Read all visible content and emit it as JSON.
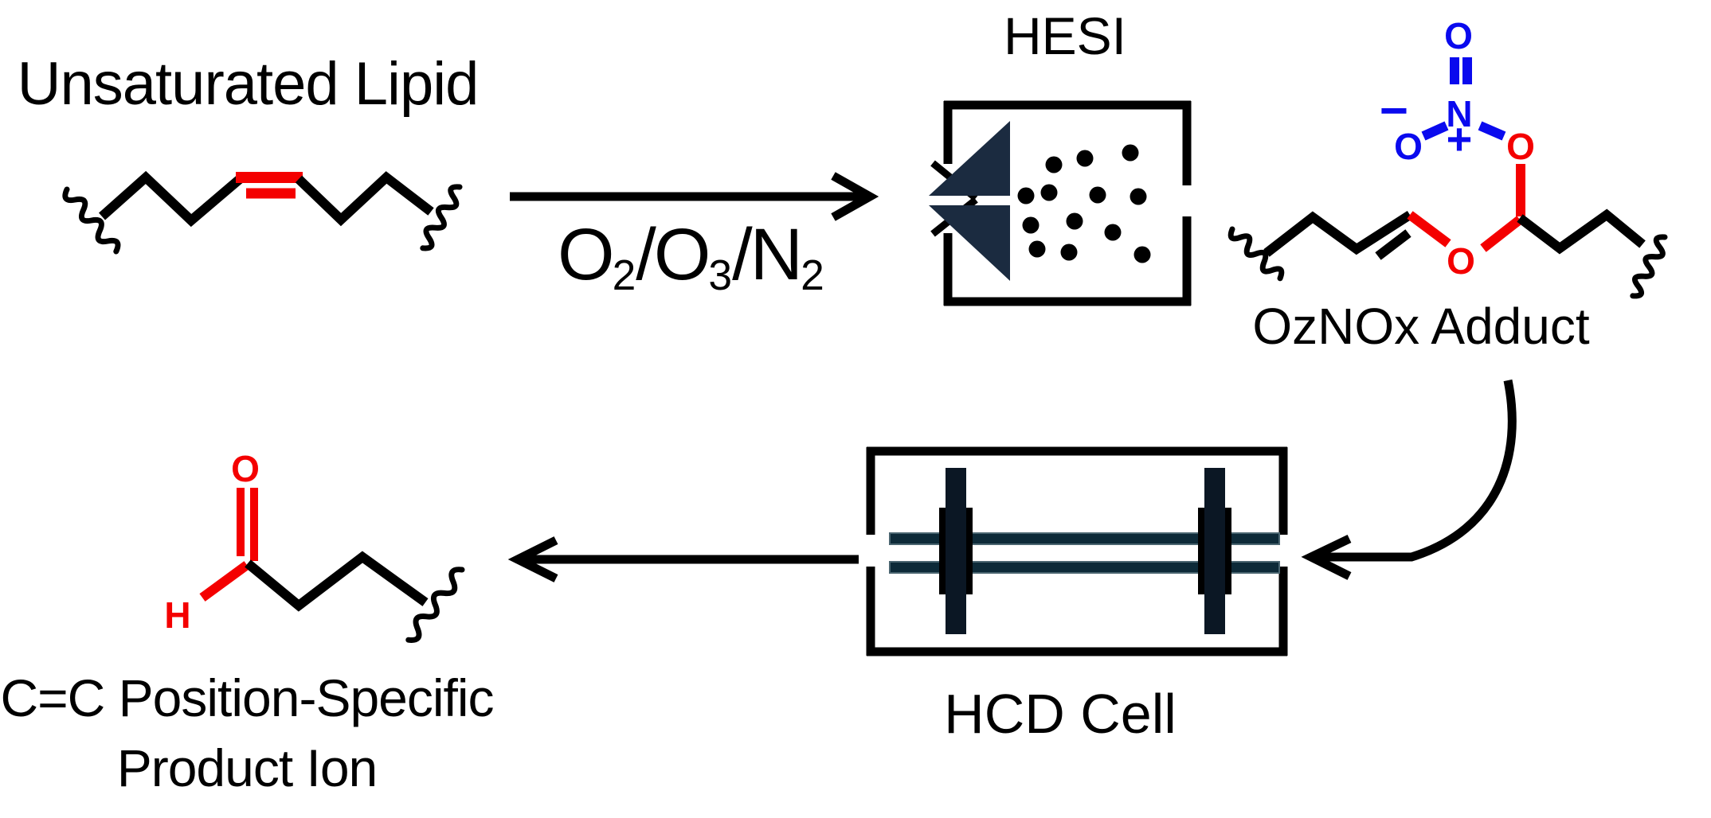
{
  "labels": {
    "unsaturated_lipid": "Unsaturated Lipid",
    "hesi": "HESI",
    "oznox_adduct": "OzNOx Adduct",
    "hcd_cell": "HCD Cell",
    "product_line1": "C=C Position-Specific",
    "product_line2": "Product Ion"
  },
  "gas_label": {
    "o1": "O",
    "sub1": "2",
    "sep1": "/",
    "o2": "O",
    "sub2": "3",
    "sep2": "/",
    "n": "N",
    "sub3": "2"
  },
  "oznox_atoms": {
    "o_top": "O",
    "n": "N",
    "o_left": "O",
    "o_nitrate": "O",
    "o_ester": "O",
    "minus": "−",
    "plus": "+"
  },
  "product_atoms": {
    "o": "O",
    "h": "H"
  },
  "colors": {
    "red": "#f40000",
    "blue": "#0a0aee",
    "navy": "#1b2b40",
    "electrode": "#0b1724",
    "rail": "#0d2a38",
    "rail_edge": "#4a6570",
    "black": "#000000"
  }
}
